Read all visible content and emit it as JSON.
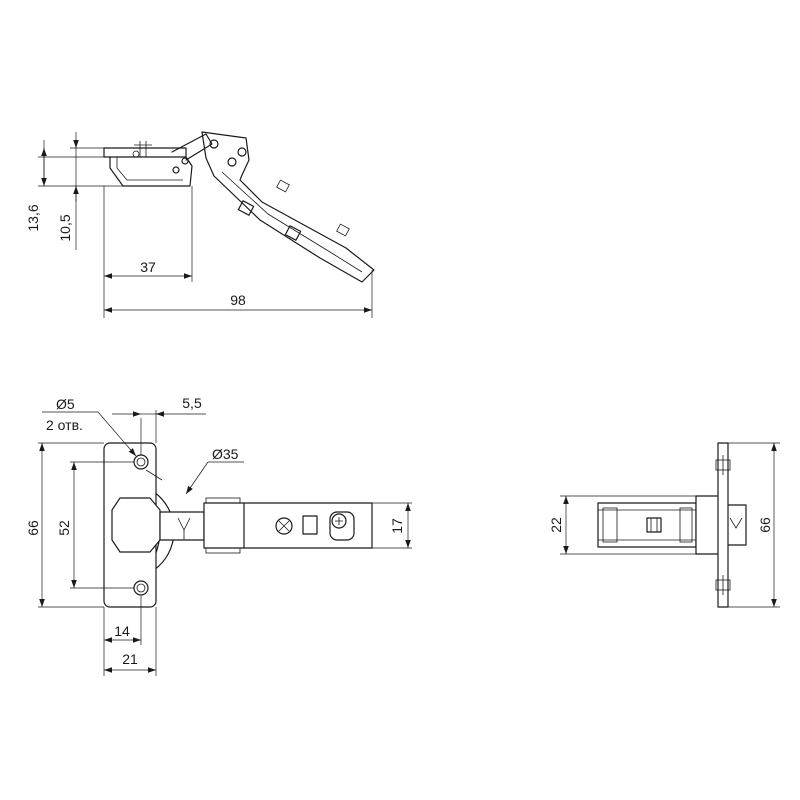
{
  "side_view": {
    "dim_depth_overall": "13,6",
    "dim_depth_cup": "10,5",
    "dim_cup_offset": "37",
    "dim_total_length": "98"
  },
  "front_view": {
    "dim_hole_diameter": "Ø5",
    "dim_hole_count": "2 отв.",
    "dim_hole_offset": "5,5",
    "dim_cup_diameter": "Ø35",
    "dim_plate_height": "66",
    "dim_hole_spacing": "52",
    "dim_arm_width": "17",
    "dim_hole_center": "14",
    "dim_plate_width": "21"
  },
  "end_view": {
    "dim_arm_height": "22",
    "dim_plate_height": "66"
  }
}
